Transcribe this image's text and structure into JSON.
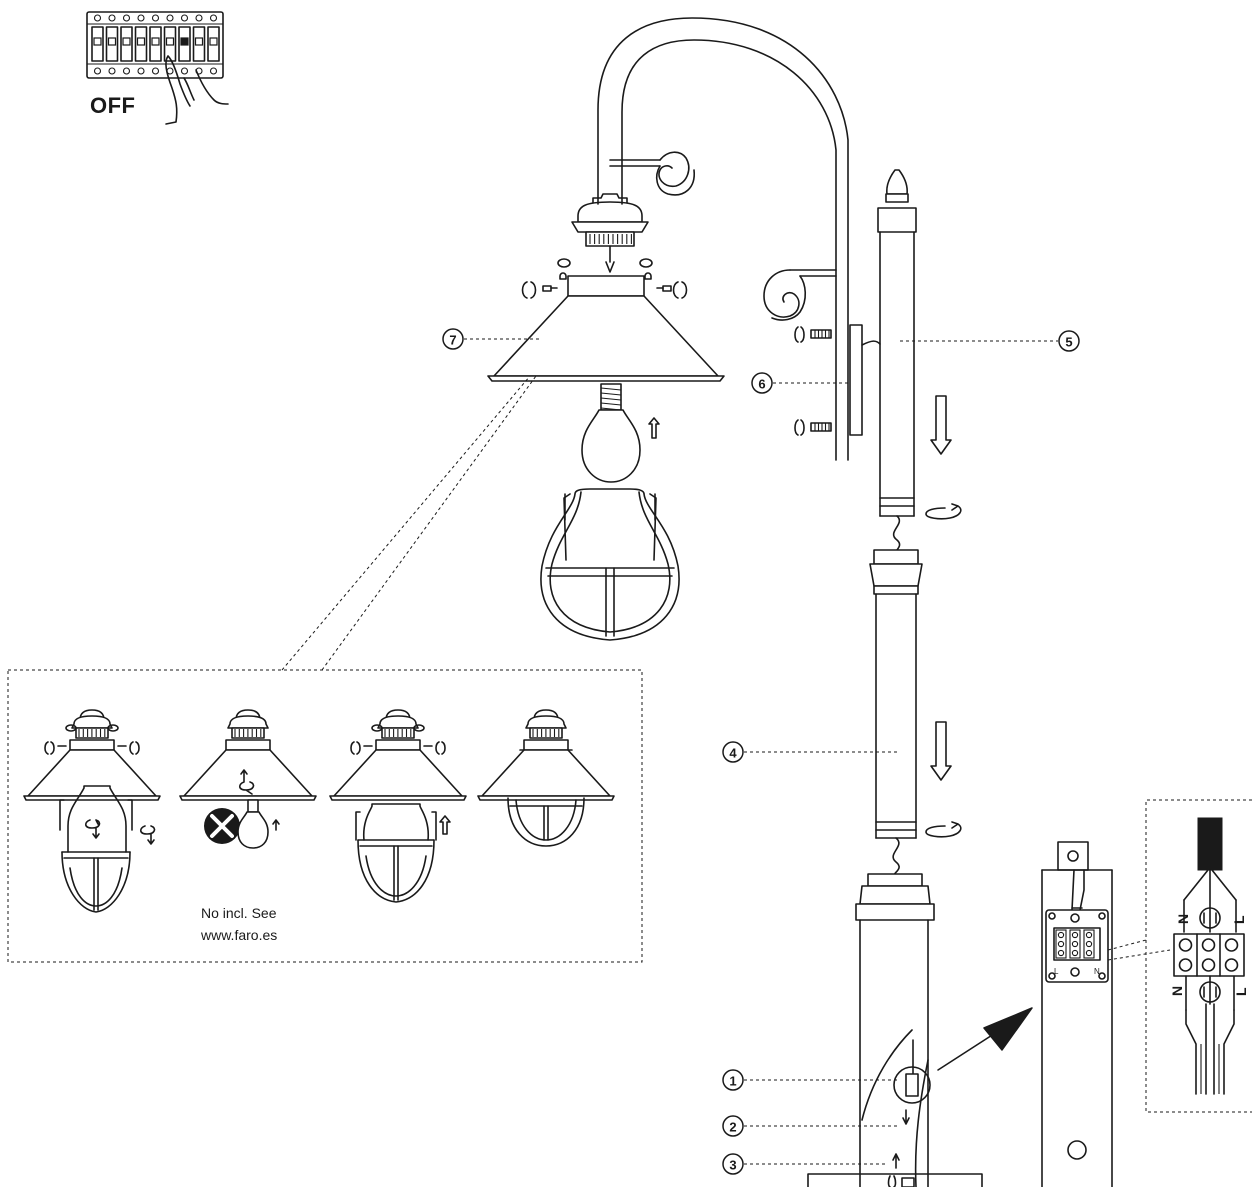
{
  "switch": {
    "label": "OFF"
  },
  "parts": [
    {
      "id": "1",
      "label": "1"
    },
    {
      "id": "2",
      "label": "2"
    },
    {
      "id": "3",
      "label": "3"
    },
    {
      "id": "4",
      "label": "4"
    },
    {
      "id": "5",
      "label": "5"
    },
    {
      "id": "6",
      "label": "6"
    },
    {
      "id": "7",
      "label": "7"
    }
  ],
  "bulb_note": {
    "line1": "No incl. See",
    "line2": "www.faro.es"
  },
  "terminals": {
    "neutral": "N",
    "live": "L",
    "small_neutral": "N",
    "small_live": "L"
  },
  "icons": [
    "circuit-breaker-icon",
    "hand-icon",
    "screw-icon",
    "rotate-arrow-icon",
    "down-arrow-icon",
    "up-arrow-icon",
    "no-bulb-icon",
    "ground-symbol-icon"
  ]
}
